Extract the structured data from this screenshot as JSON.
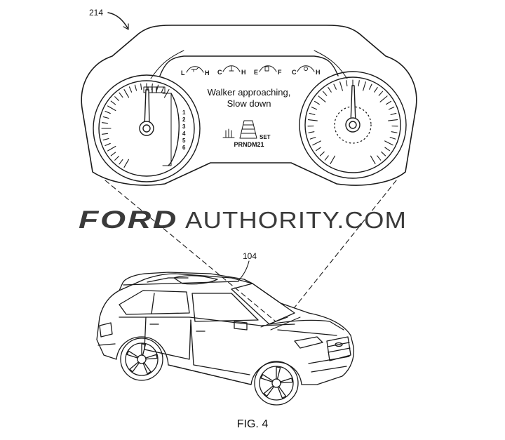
{
  "labels": {
    "cluster_ref": "214",
    "vehicle_ref": "104",
    "figure_caption": "FIG. 4"
  },
  "watermark": {
    "brand": "FORD",
    "site": "AUTHORITY.COM"
  },
  "display": {
    "message_line1": "Walker approaching,",
    "message_line2": "Slow down",
    "gear_string": "PRNDM21",
    "set_label": "SET",
    "gear_numbers": [
      "1",
      "2",
      "3",
      "4",
      "5",
      "6"
    ],
    "gauges": [
      {
        "low": "L",
        "high": "H"
      },
      {
        "low": "C",
        "high": "H"
      },
      {
        "low": "E",
        "high": "F"
      },
      {
        "low": "C",
        "high": "H"
      }
    ]
  },
  "colors": {
    "line": "#1a1a1a",
    "watermark": "#3a3a3a",
    "background": "#ffffff"
  }
}
